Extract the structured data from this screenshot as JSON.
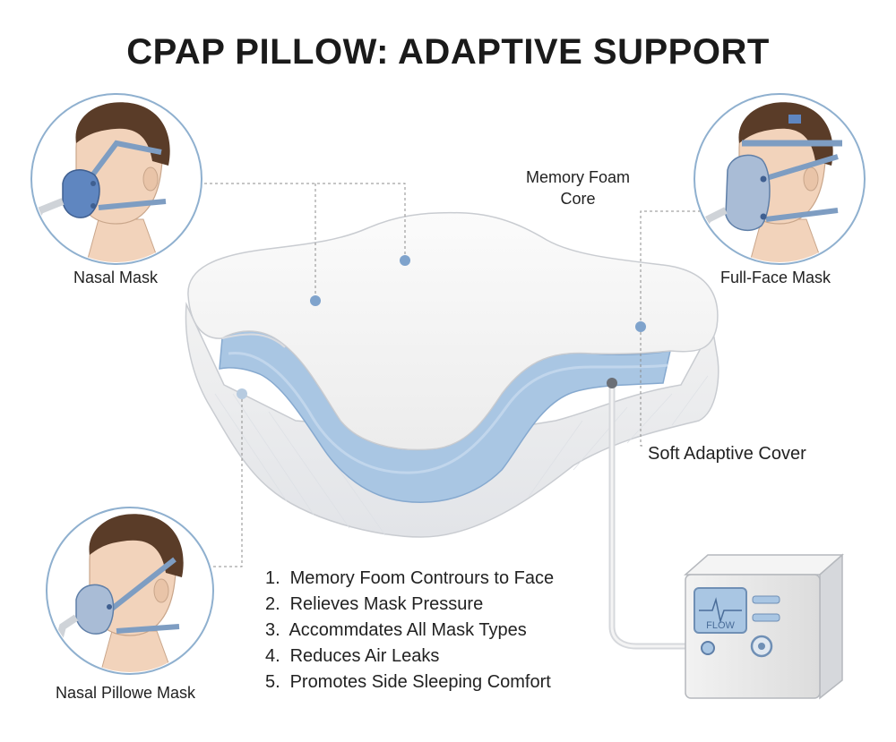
{
  "title": "CPAP PILLOW: ADAPTIVE SUPPORT",
  "labels": {
    "nasal_mask": "Nasal Mask",
    "full_face_mask": "Full-Face Mask",
    "nasal_pillow_mask": "Nasal Pillowe Mask",
    "memory_foam": "Memory Foam Core",
    "soft_cover": "Soft Adaptive Cover"
  },
  "features": [
    "Memory Foom Contrours to Face",
    "Relieves Mask Pressure",
    "Accommdates All Mask Types",
    "Reduces Air Leaks",
    "Promotes Side Sleeping Comfort"
  ],
  "machine": {
    "screen_text": "FLOW"
  },
  "colors": {
    "accent_blue": "#a9c6e3",
    "mask_blue": "#5f86c0",
    "strap_blue": "#7e9dc2",
    "dot_blue": "#7fa3cc",
    "circle_border": "#8fb0cf",
    "hair": "#5a3c28",
    "skin": "#f2d3bb"
  }
}
